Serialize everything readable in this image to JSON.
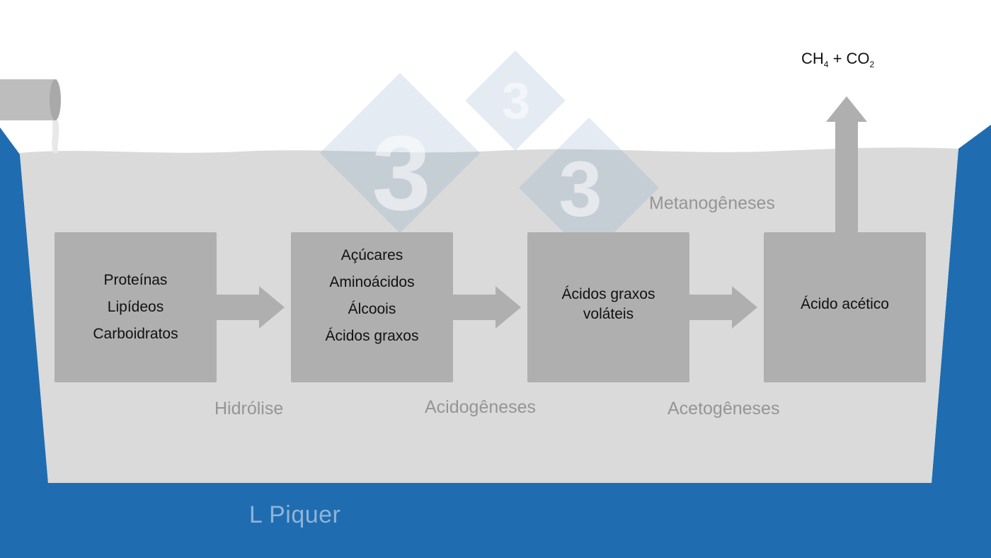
{
  "colors": {
    "tank_blue": "#1f6db0",
    "liquid": "#dadada",
    "box": "#afafaf",
    "arrow": "#afafaf",
    "stage_text": "#959595",
    "credit_text": "#8fb3d9",
    "pipe": "#bdbdbd"
  },
  "watermark": {
    "glyph": "3",
    "icon": "logo-diamonds-icon"
  },
  "output": {
    "formula_parts": [
      "CH",
      "4",
      " + CO",
      "2"
    ]
  },
  "boxes": [
    {
      "lines": [
        "Proteínas",
        "Lipídeos",
        "Carboidratos"
      ]
    },
    {
      "lines": [
        "Açúcares",
        "Aminoácidos",
        "Álcoois",
        "Ácidos graxos"
      ]
    },
    {
      "lines": [
        "Ácidos graxos",
        "voláteis"
      ]
    },
    {
      "lines": [
        "Ácido acético"
      ]
    }
  ],
  "stages": {
    "hydrolysis": "Hidrólise",
    "acidogenesis": "Acidogêneses",
    "acetogenesis": "Acetogêneses",
    "methanogenesis": "Metanogêneses"
  },
  "credit": "L Piquer"
}
